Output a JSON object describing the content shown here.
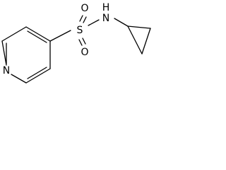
{
  "molecule": {
    "atoms": {
      "nitrogen_ring": "N",
      "sulfur": "S",
      "oxygen_top": "O",
      "oxygen_bottom": "O",
      "nitrogen_amide": "N",
      "amide_hydrogen": "H"
    }
  },
  "colors": {
    "bond": "#000000",
    "text": "#000000",
    "background": "#ffffff"
  }
}
